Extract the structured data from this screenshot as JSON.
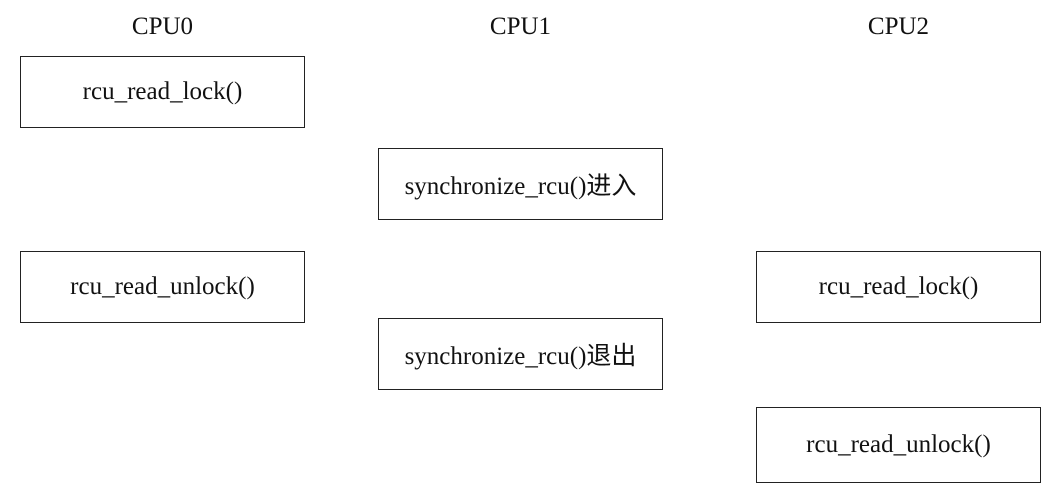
{
  "columns": [
    {
      "header": "CPU0",
      "boxes": [
        "rcu_read_lock()",
        "rcu_read_unlock()"
      ]
    },
    {
      "header": "CPU1",
      "boxes": [
        "synchronize_rcu()进入",
        "synchronize_rcu()退出"
      ]
    },
    {
      "header": "CPU2",
      "boxes": [
        "rcu_read_lock()",
        "rcu_read_unlock()"
      ]
    }
  ]
}
